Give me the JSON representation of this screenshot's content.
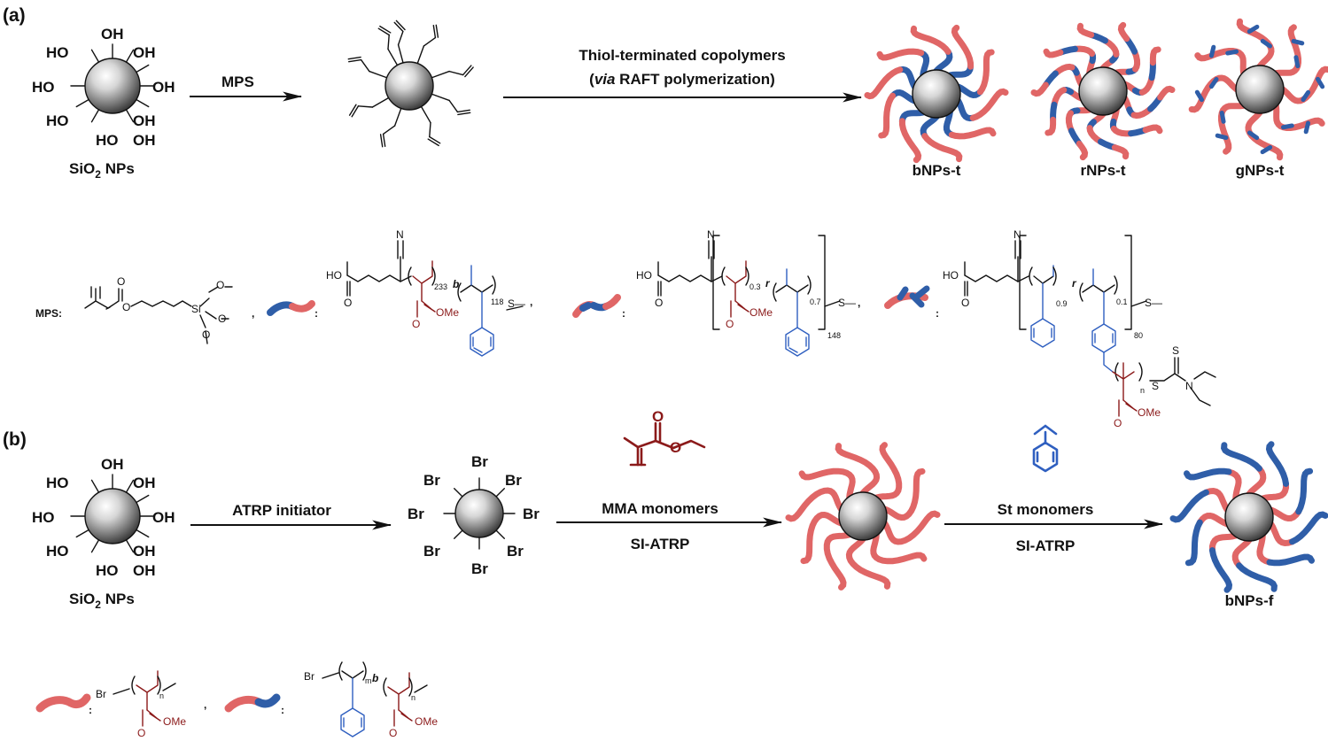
{
  "panel_a": {
    "label": "(a)",
    "sio2_oh": [
      "OH",
      "HO",
      "OH",
      "HO",
      "OH",
      "HO",
      "OH",
      "HO",
      "OH",
      "OH"
    ],
    "sio2_label": "SiO",
    "sio2_label_sub": "2",
    "sio2_label_tail": " NPs",
    "arrow1_label": "MPS",
    "arrow2_label_line1": "Thiol-terminated copolymers",
    "arrow2_label_line2_open": "(",
    "arrow2_label_line2_italic": "via",
    "arrow2_label_line2_rest": " RAFT polymerization)",
    "products": [
      "bNPs-t",
      "rNPs-t",
      "gNPs-t"
    ]
  },
  "structures_a": {
    "mps_label": "MPS:",
    "comma": ",",
    "colon": ":",
    "si": "Si",
    "o": "O",
    "ho": "HO",
    "n": "N",
    "s_methyl": "S—",
    "s": "S",
    "ome": "OMe",
    "b": "b",
    "r": "r",
    "n_sub": "n",
    "block_sub": [
      "233",
      "118"
    ],
    "random_sub": [
      "0.3",
      "0.7",
      "148"
    ],
    "graft_sub": [
      "0.9",
      "0.1",
      "80"
    ]
  },
  "panel_b": {
    "label": "(b)",
    "sio2_oh": [
      "OH",
      "HO",
      "OH",
      "HO",
      "OH",
      "HO",
      "OH",
      "HO",
      "OH",
      "OH"
    ],
    "sio2_label": "SiO",
    "sio2_label_sub": "2",
    "sio2_label_tail": " NPs",
    "arrow1_label": "ATRP initiator",
    "br": [
      "Br",
      "Br",
      "Br",
      "Br",
      "Br",
      "Br",
      "Br",
      "Br"
    ],
    "arrow2_label_top": "MMA monomers",
    "arrow2_label_bottom": "SI-ATRP",
    "arrow3_label_top": "St monomers",
    "arrow3_label_bottom": "SI-ATRP",
    "product": "bNPs-f"
  },
  "structures_b": {
    "br": "Br",
    "ome": "OMe",
    "o": "O",
    "n": "n",
    "m": "m",
    "b": "b",
    "comma": ",",
    "colon": ":"
  },
  "colors": {
    "pmma": "#e06666",
    "ps": "#2f5ea8",
    "pmma_text": "#8b1a1a",
    "ps_text": "#2f5fc0"
  }
}
